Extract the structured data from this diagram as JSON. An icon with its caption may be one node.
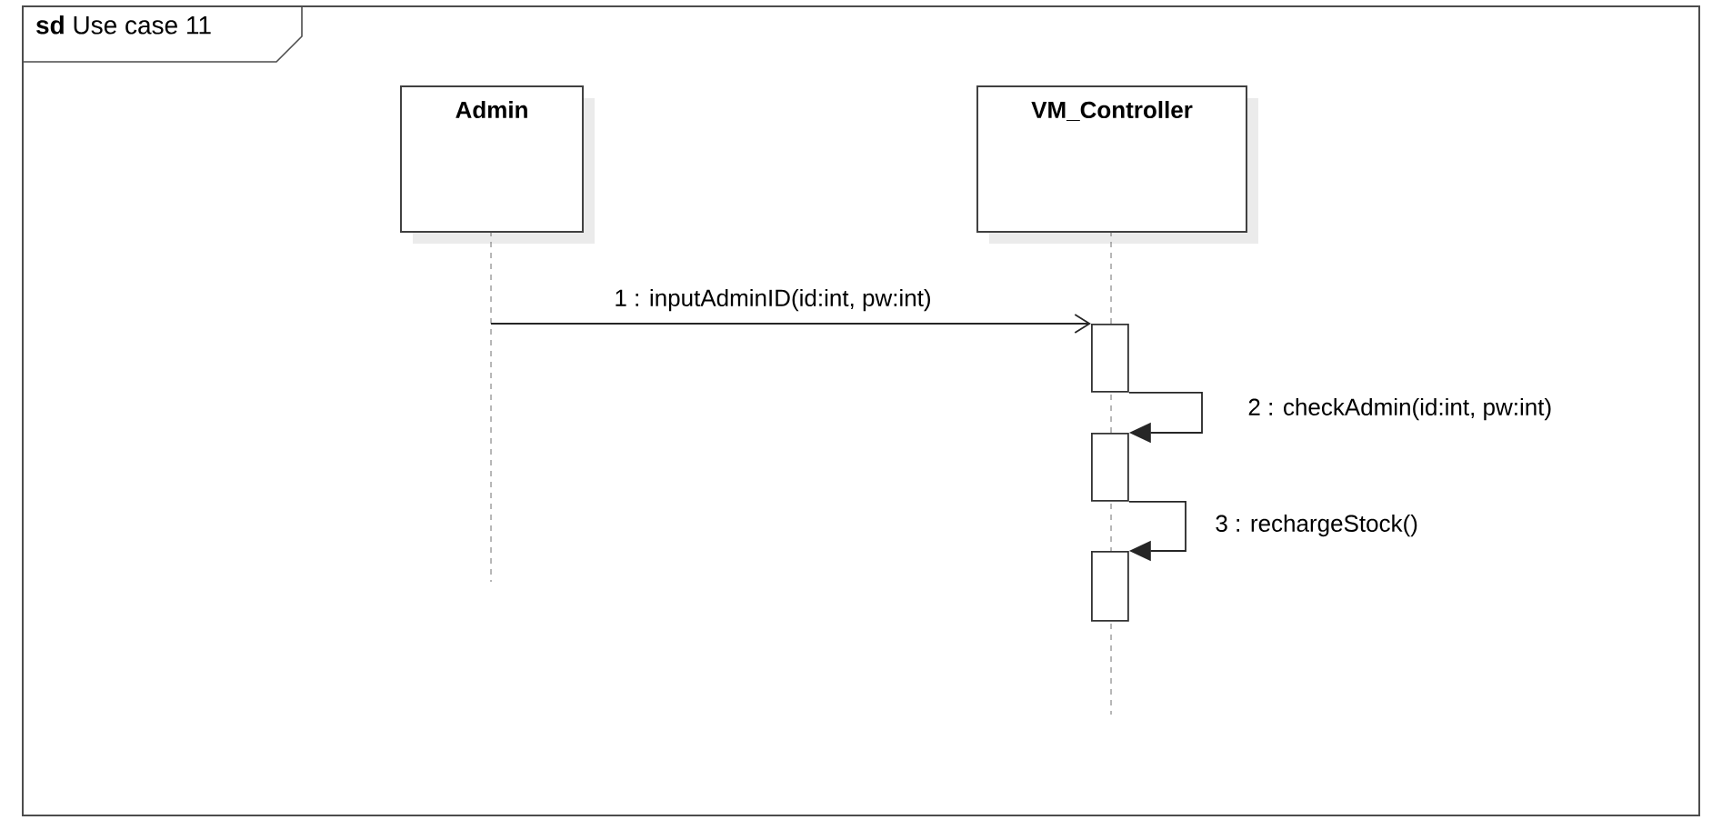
{
  "diagram": {
    "nodes": [
      {
        "text": [
          "**sd** Use case 11"
        ]
      },
      {
        "text": [
          "Admin"
        ],
        "in": 0
      },
      {
        "text": [
          "VM_Controller"
        ],
        "in": 0
      },
      {
        "text": [],
        "shape": "bar",
        "in": 0
      },
      {
        "text": [],
        "shape": "bar",
        "in": 0
      },
      {
        "text": [],
        "shape": "bar",
        "in": 0
      }
    ],
    "edges": [
      {
        "from": 1,
        "to": 3,
        "arrow": "to",
        "label": "1 : inputAdminID(id:int, pw:int)"
      },
      {
        "from": 3,
        "to": 4,
        "arrow": "to",
        "label": "2 : checkAdmin(id:int, pw:int)"
      },
      {
        "from": 4,
        "to": 5,
        "arrow": "to",
        "label": "3 : rechargeStock()"
      }
    ]
  }
}
